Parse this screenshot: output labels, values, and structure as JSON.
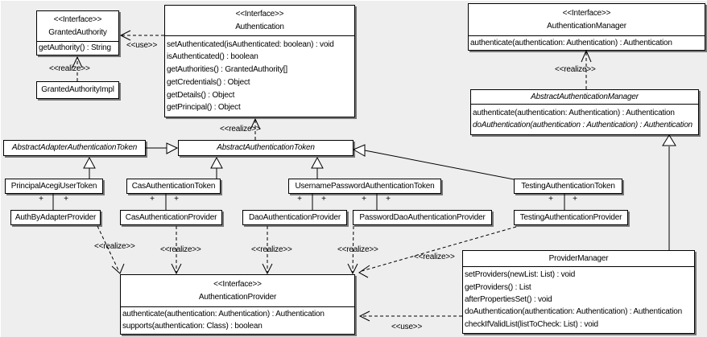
{
  "diagram": {
    "label_realize": "<<realize>>",
    "label_use": "<<use>>",
    "label_plus": "+"
  },
  "colors": {
    "background": "#eeeeee",
    "box_fill": "#ffffff",
    "line": "#000000"
  },
  "classes": {
    "granted_authority": {
      "stereotype": "<<Interface>>",
      "name": "GrantedAuthority",
      "methods": [
        "getAuthority() : String"
      ]
    },
    "granted_authority_impl": {
      "name": "GrantedAuthorityImpl"
    },
    "authentication": {
      "stereotype": "<<Interface>>",
      "name": "Authentication",
      "methods": [
        "setAuthenticated(isAuthenticated: boolean) : void",
        "isAuthenticated() : boolean",
        "getAuthorities() : GrantedAuthority[]",
        "getCredentials() : Object",
        "getDetails() : Object",
        "getPrincipal() : Object"
      ]
    },
    "authentication_manager": {
      "stereotype": "<<Interface>>",
      "name": "AuthenticationManager",
      "methods": [
        "authenticate(authentication: Authentication) : Authentication"
      ]
    },
    "abstract_authentication_manager": {
      "name": "AbstractAuthenticationManager",
      "methods": [
        "authenticate(authentication: Authentication) : Authentication",
        "doAuthentication(authentication : Authentication) : Authentication"
      ]
    },
    "abstract_adapter_authentication_token": {
      "name": "AbstractAdapterAuthenticationToken"
    },
    "abstract_authentication_token": {
      "name": "AbstractAuthenticationToken"
    },
    "principal_acegi_user_token": {
      "name": "PrincipalAcegiUserToken"
    },
    "cas_authentication_token": {
      "name": "CasAuthenticationToken"
    },
    "username_password_authentication_token": {
      "name": "UsernamePasswordAuthenticationToken"
    },
    "testing_authentication_token": {
      "name": "TestingAuthenticationToken"
    },
    "auth_by_adapter_provider": {
      "name": "AuthByAdapterProvider"
    },
    "cas_authentication_provider": {
      "name": "CasAuthenticationProvider"
    },
    "dao_authentication_provider": {
      "name": "DaoAuthenticationProvider"
    },
    "password_dao_authentication_provider": {
      "name": "PasswordDaoAuthenticationProvider"
    },
    "testing_authentication_provider": {
      "name": "TestingAuthenticationProvider"
    },
    "authentication_provider": {
      "stereotype": "<<Interface>>",
      "name": "AuthenticationProvider",
      "methods": [
        "authenticate(authentication: Authentication) : Authentication",
        "supports(authentication: Class) : boolean"
      ]
    },
    "provider_manager": {
      "name": "ProviderManager",
      "methods": [
        "setProviders(newList: List) : void",
        "getProviders() : List",
        "afterPropertiesSet() : void",
        "doAuthentication(authentication: Authentication) : Authentication",
        "checkIfValidList(listToCheck: List) : void"
      ]
    }
  }
}
